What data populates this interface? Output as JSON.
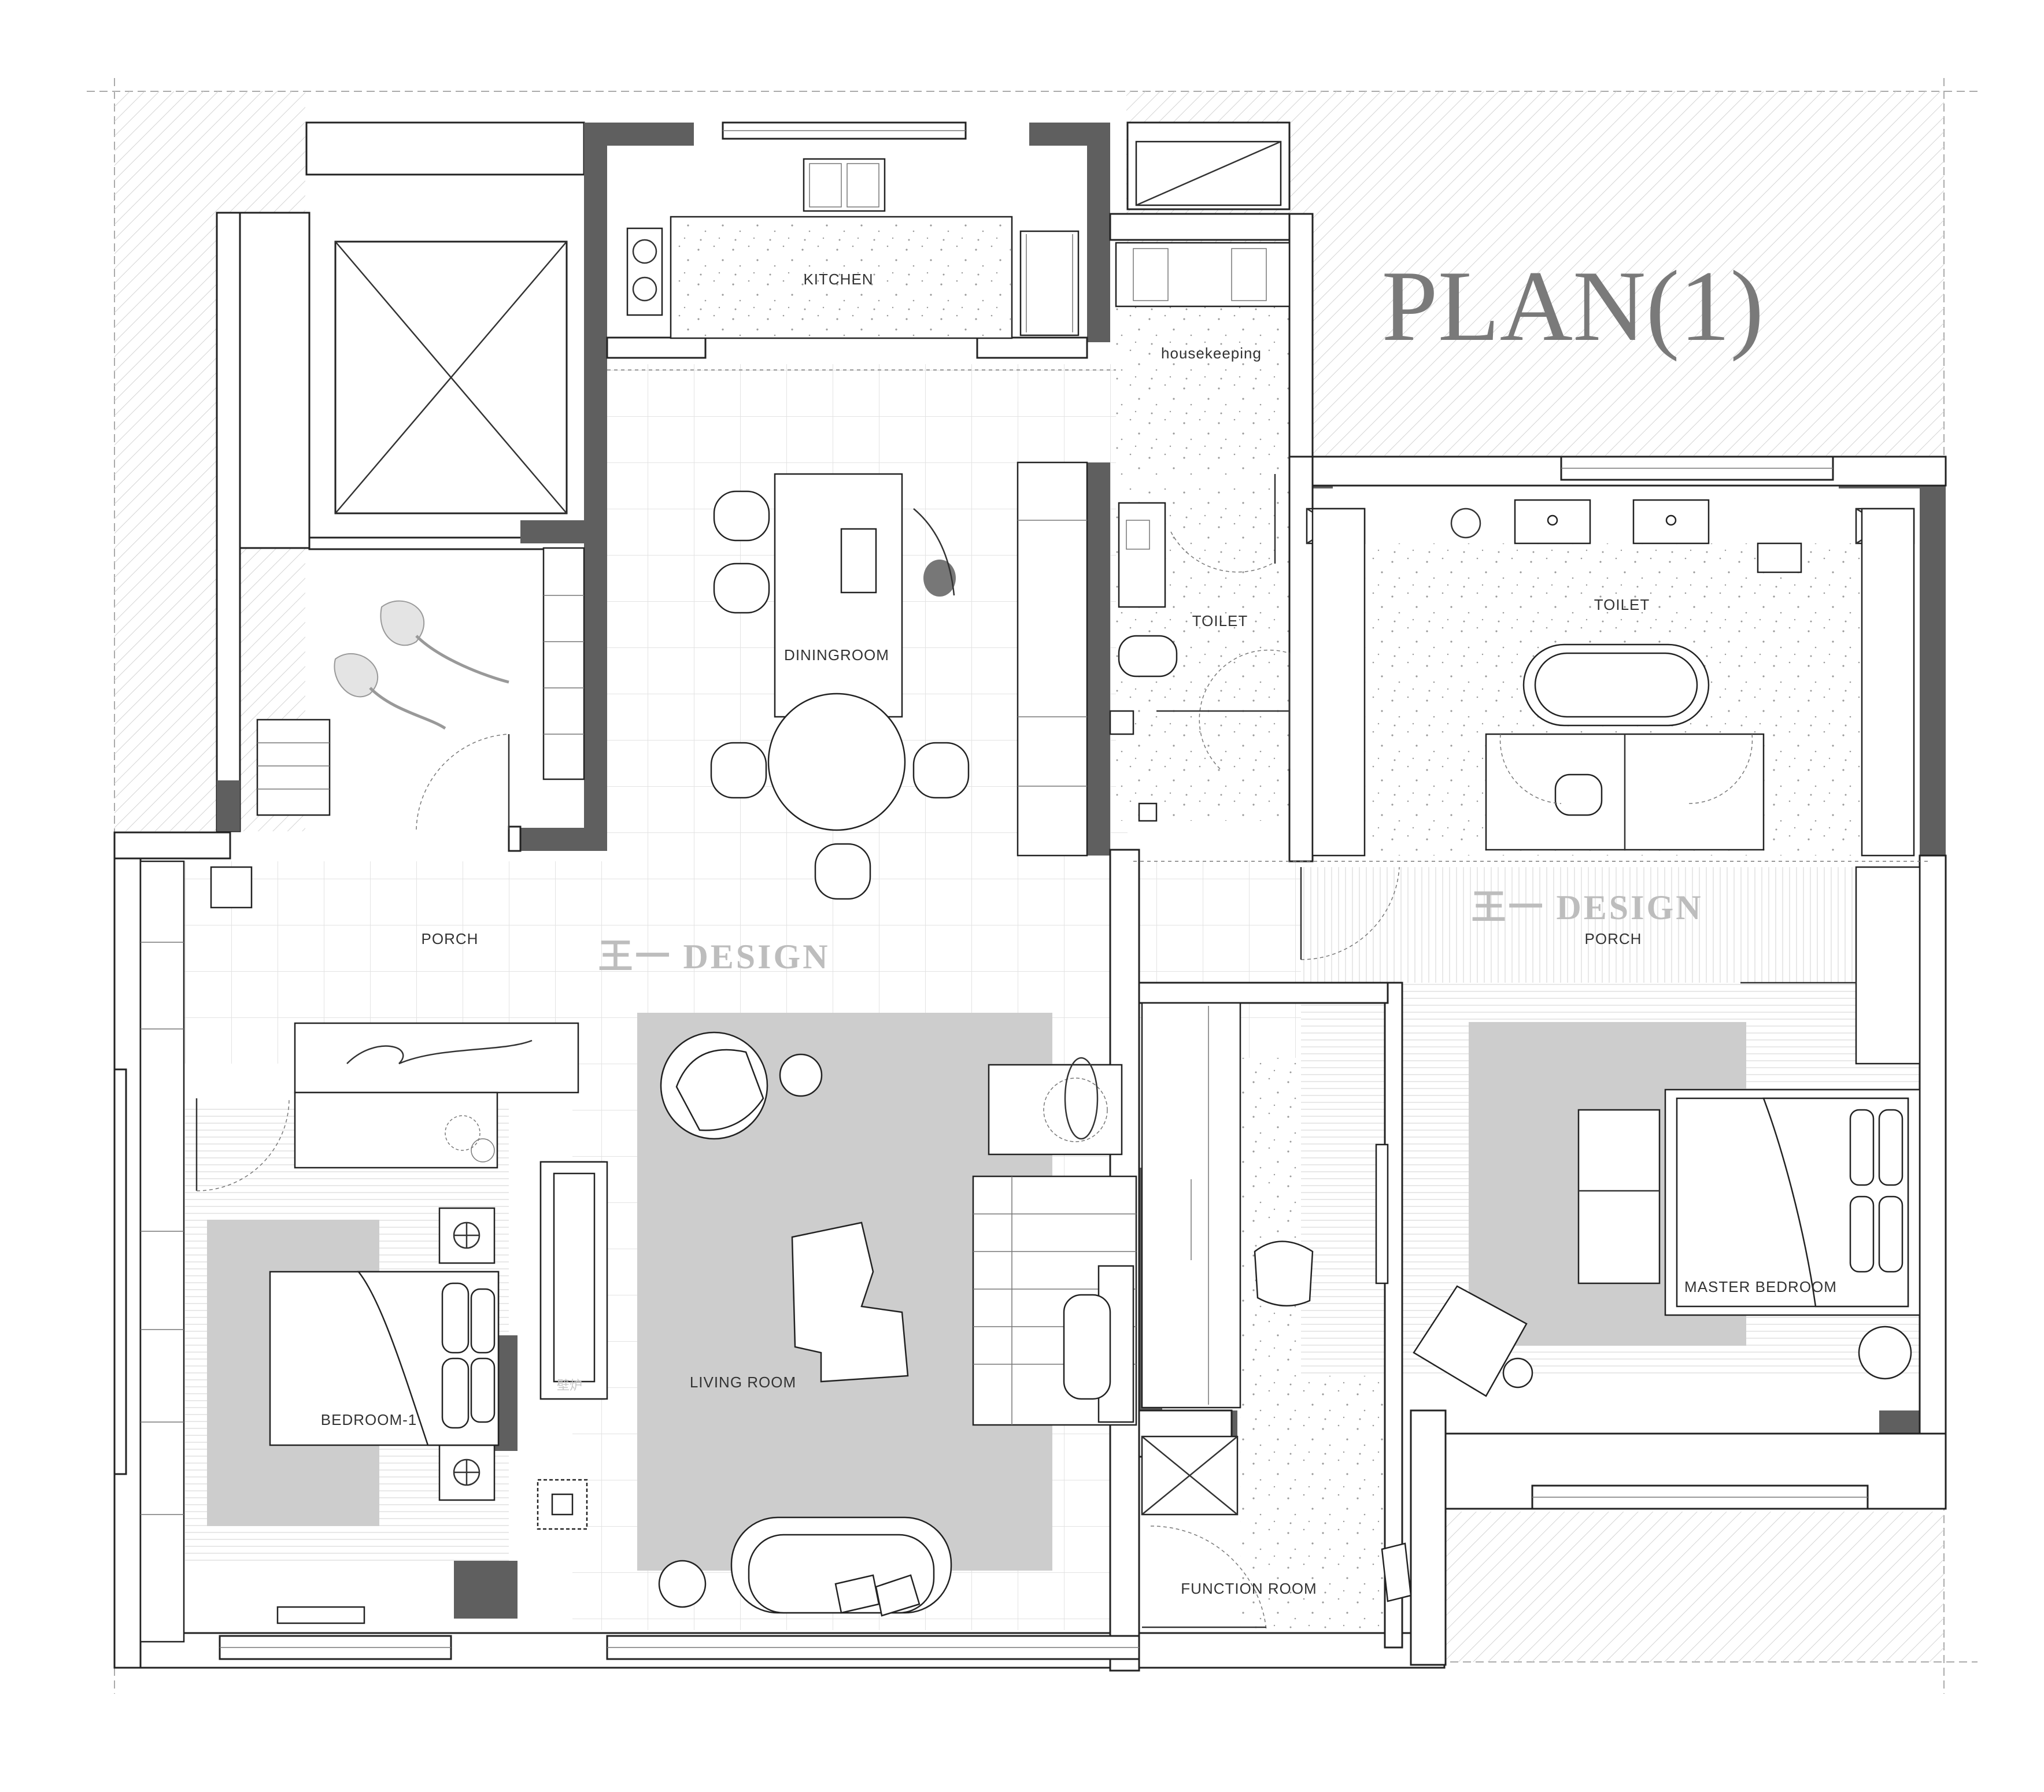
{
  "title": "PLAN(1)",
  "watermark": "王一 DESIGN",
  "rooms": {
    "kitchen": "KITCHEN",
    "housekeeping": "housekeeping",
    "toilet_small": "TOILET",
    "toilet_master": "TOILET",
    "diningroom": "DININGROOM",
    "porch_left": "PORCH",
    "porch_right": "PORCH",
    "living_room": "LIVING ROOM",
    "bedroom_1": "BEDROOM-1",
    "master_bedroom": "MASTER BEDROOM",
    "function_room": "FUNCTION ROOM",
    "fireplace": "壁炉"
  },
  "colors": {
    "wall": "#5f5f5f",
    "rug": "#cdcdcd",
    "title": "#7a7a7a",
    "watermark": "#bdbdbd"
  }
}
